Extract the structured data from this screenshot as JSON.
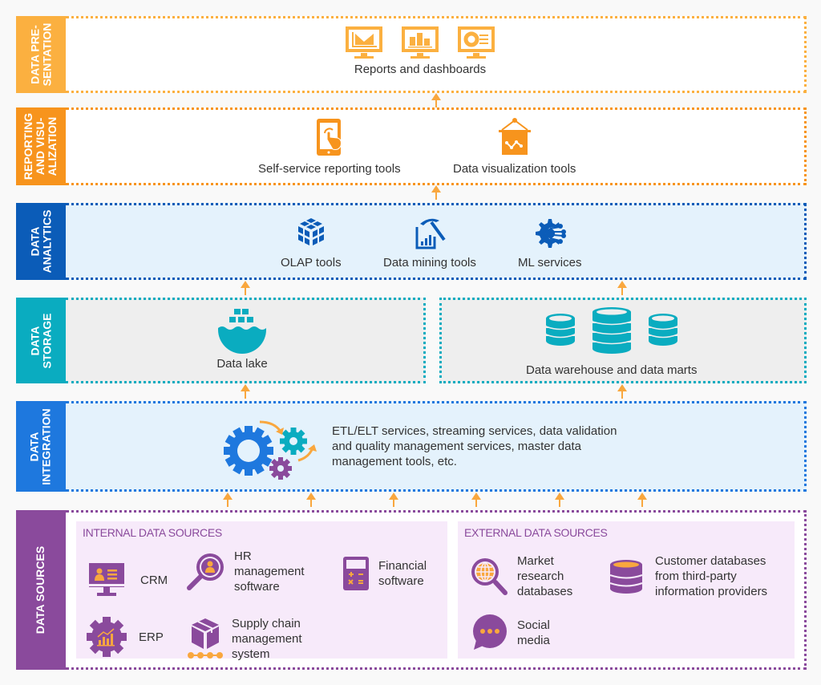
{
  "colors": {
    "presentation": "#fbb040",
    "reporting": "#f7941d",
    "analytics": "#0b5cb8",
    "storage": "#0aacc0",
    "integration": "#1e78de",
    "sources": "#8a4a9c",
    "arrow": "#f9a73e",
    "light_blue_bg": "#e4f2fc",
    "gray_bg": "#eeeeee",
    "lilac_bg": "#f7eafa"
  },
  "layers": {
    "presentation": {
      "title": "DATA PRE-\nSENTATION",
      "items": [
        {
          "label": "Reports and dashboards",
          "icons": [
            "line-chart-monitor-icon",
            "bar-chart-monitor-icon",
            "donut-chart-monitor-icon"
          ]
        }
      ]
    },
    "reporting": {
      "title": "REPORTING\nAND VISU-\nALIZATION",
      "items": [
        {
          "label": "Self-service reporting tools",
          "icon": "tablet-touch-icon"
        },
        {
          "label": "Data visualization tools",
          "icon": "presentation-board-icon"
        }
      ]
    },
    "analytics": {
      "title": "DATA\nANALYTICS",
      "items": [
        {
          "label": "OLAP tools",
          "icon": "olap-cube-icon"
        },
        {
          "label": "Data mining tools",
          "icon": "pickaxe-chart-icon"
        },
        {
          "label": "ML services",
          "icon": "ml-gear-icon"
        }
      ]
    },
    "storage": {
      "title": "DATA\nSTORAGE",
      "items": [
        {
          "label": "Data lake",
          "icon": "data-lake-icon"
        },
        {
          "label": "Data warehouse and data marts",
          "icon": "databases-icon"
        }
      ]
    },
    "integration": {
      "title": "DATA\nINTEGRATION",
      "description": "ETL/ELT services, streaming services, data validation\nand quality management services, master data\nmanagement tools, etc.",
      "icon": "gears-icon"
    },
    "sources": {
      "title": "DATA SOURCES",
      "internal": {
        "title": "INTERNAL DATA SOURCES",
        "items": [
          {
            "label": "CRM",
            "icon": "crm-icon"
          },
          {
            "label": "HR\nmanagement\nsoftware",
            "icon": "hr-search-icon"
          },
          {
            "label": "Financial\nsoftware",
            "icon": "calculator-icon"
          },
          {
            "label": "ERP",
            "icon": "erp-gear-icon"
          },
          {
            "label": "Supply chain\nmanagement\nsystem",
            "icon": "supply-box-icon"
          }
        ]
      },
      "external": {
        "title": "EXTERNAL DATA SOURCES",
        "items": [
          {
            "label": "Market\nresearch\ndatabases",
            "icon": "globe-search-icon"
          },
          {
            "label": "Customer databases\nfrom third-party\ninformation providers",
            "icon": "database-icon"
          },
          {
            "label": "Social\nmedia",
            "icon": "chat-bubble-icon"
          }
        ]
      }
    }
  }
}
